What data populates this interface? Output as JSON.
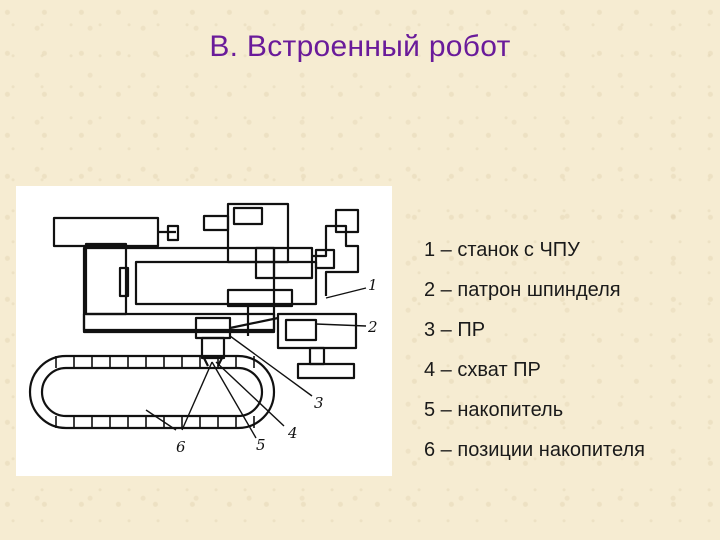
{
  "slide": {
    "title": "В. Встроенный робот"
  },
  "figure": {
    "callouts": [
      "1",
      "2",
      "3",
      "4",
      "5",
      "6"
    ]
  },
  "legend": {
    "items": [
      "1 – станок с ЧПУ",
      "2 – патрон шпинделя",
      "3 – ПР",
      "4 – схват ПР",
      "5 – накопитель",
      "6 – позиции накопителя"
    ]
  }
}
